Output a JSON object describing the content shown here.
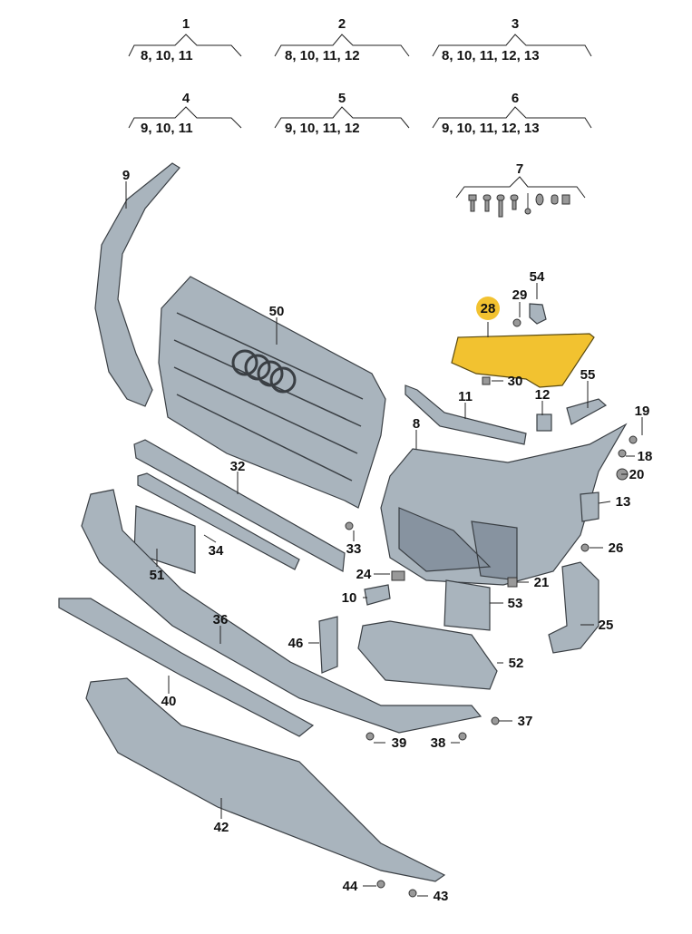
{
  "groups": [
    {
      "number": "1",
      "items": "8, 10, 11"
    },
    {
      "number": "2",
      "items": "8, 10, 11, 12"
    },
    {
      "number": "3",
      "items": "8, 10, 11, 12, 13"
    },
    {
      "number": "4",
      "items": "9, 10, 11"
    },
    {
      "number": "5",
      "items": "9, 10, 11, 12"
    },
    {
      "number": "6",
      "items": "9, 10, 11, 12, 13"
    },
    {
      "number": "7",
      "items": ""
    }
  ],
  "callouts": {
    "p9": "9",
    "p50": "50",
    "p54": "54",
    "p29": "29",
    "p28": "28",
    "p30": "30",
    "p11": "11",
    "p12": "12",
    "p55": "55",
    "p19": "19",
    "p18": "18",
    "p20": "20",
    "p8": "8",
    "p32": "32",
    "p13": "13",
    "p33": "33",
    "p34": "34",
    "p26": "26",
    "p51": "51",
    "p24": "24",
    "p21": "21",
    "p10": "10",
    "p53": "53",
    "p25": "25",
    "p36": "36",
    "p46": "46",
    "p52": "52",
    "p40": "40",
    "p37": "37",
    "p39": "39",
    "p38": "38",
    "p42": "42",
    "p44": "44",
    "p43": "43"
  },
  "highlight": {
    "part": "28",
    "color": "#f2c230"
  }
}
